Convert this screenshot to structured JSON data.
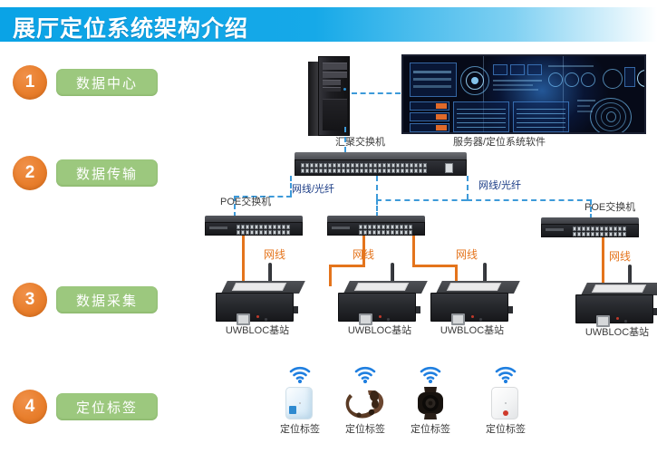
{
  "banner": {
    "title": "展厅定位系统架构介绍",
    "color_start": "#0aa3e6",
    "color_end": "#ffffff"
  },
  "theme": {
    "step_circle_color": "#e87e2c",
    "step_pill_color": "#9cc87e",
    "dashed_link_color": "#3d9ad9",
    "wire_color": "#e4741c",
    "blue_label_color": "#1b3c86",
    "device_label_color": "#3b3b3b"
  },
  "steps": [
    {
      "number": "1",
      "label": "数据中心"
    },
    {
      "number": "2",
      "label": "数据传输"
    },
    {
      "number": "3",
      "label": "数据采集"
    },
    {
      "number": "4",
      "label": "定位标签"
    }
  ],
  "nodes": {
    "server": {
      "label": ""
    },
    "display": {
      "label": "服务器/定位系统软件"
    },
    "aggregation_switch": {
      "label": "汇聚交换机"
    },
    "poe_switches": [
      {
        "label": "POE交换机"
      },
      {
        "label": "POE交换机"
      }
    ],
    "base_stations": [
      {
        "label": "UWBLOC基站"
      },
      {
        "label": "UWBLOC基站"
      },
      {
        "label": "UWBLOC基站"
      },
      {
        "label": "UWBLOC基站"
      }
    ],
    "tags": [
      {
        "label": "定位标签",
        "kind": "card-blue"
      },
      {
        "label": "定位标签",
        "kind": "watch-brown"
      },
      {
        "label": "定位标签",
        "kind": "watch-black"
      },
      {
        "label": "定位标签",
        "kind": "card-white"
      }
    ]
  },
  "links": {
    "fiber_labels": [
      "网线/光纤",
      "网线/光纤"
    ],
    "wire_labels": [
      "网线",
      "网线",
      "网线",
      "网线"
    ]
  }
}
